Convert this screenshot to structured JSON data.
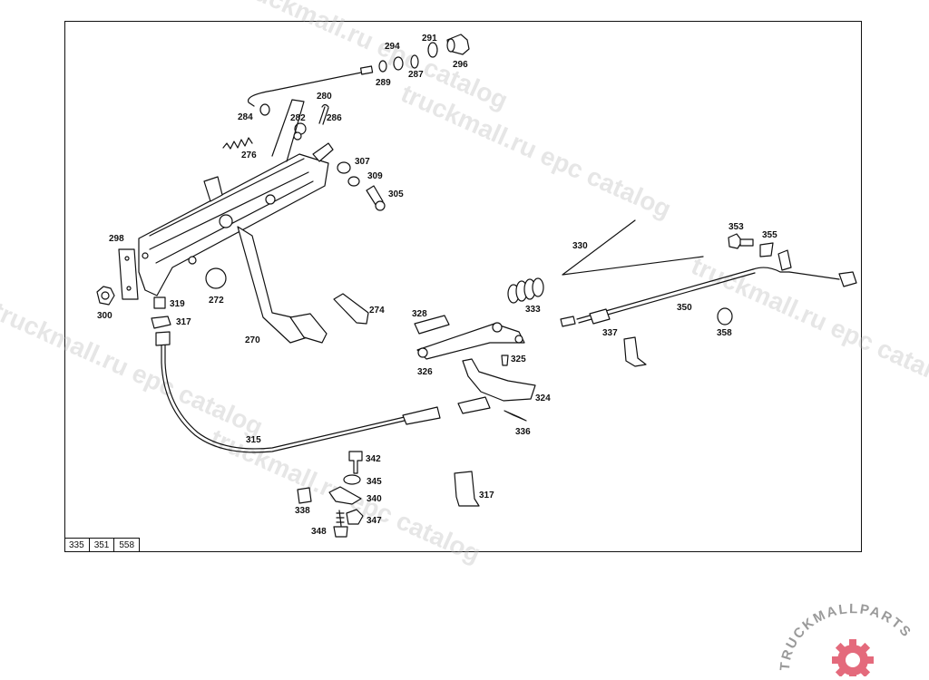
{
  "watermarks": [
    "truckmall.ru epc catalog",
    "truckmall.ru epc catalog",
    "truckmall.ru epc catalog",
    "truckmall.ru epc catalog",
    "truckmall.ru epc catalog"
  ],
  "labels": {
    "p291": "291",
    "p294": "294",
    "p296": "296",
    "p289": "289",
    "p287": "287",
    "p280": "280",
    "p284": "284",
    "p282": "282",
    "p286": "286",
    "p276": "276",
    "p307": "307",
    "p309": "309",
    "p305": "305",
    "p298": "298",
    "p300": "300",
    "p319": "319",
    "p272": "272",
    "p317a": "317",
    "p274": "274",
    "p270": "270",
    "p330": "330",
    "p353": "353",
    "p355": "355",
    "p350": "350",
    "p358": "358",
    "p337": "337",
    "p328": "328",
    "p333": "333",
    "p326": "326",
    "p325": "325",
    "p324": "324",
    "p336": "336",
    "p315": "315",
    "p342": "342",
    "p345": "345",
    "p340": "340",
    "p338": "338",
    "p347": "347",
    "p348": "348",
    "p317b": "317"
  },
  "ref_table": [
    "335",
    "351",
    "558"
  ],
  "logo": {
    "text": "TRUCKMALLPARTS",
    "brand_color": "#e46a7c",
    "text_color": "#9a9a9a"
  }
}
